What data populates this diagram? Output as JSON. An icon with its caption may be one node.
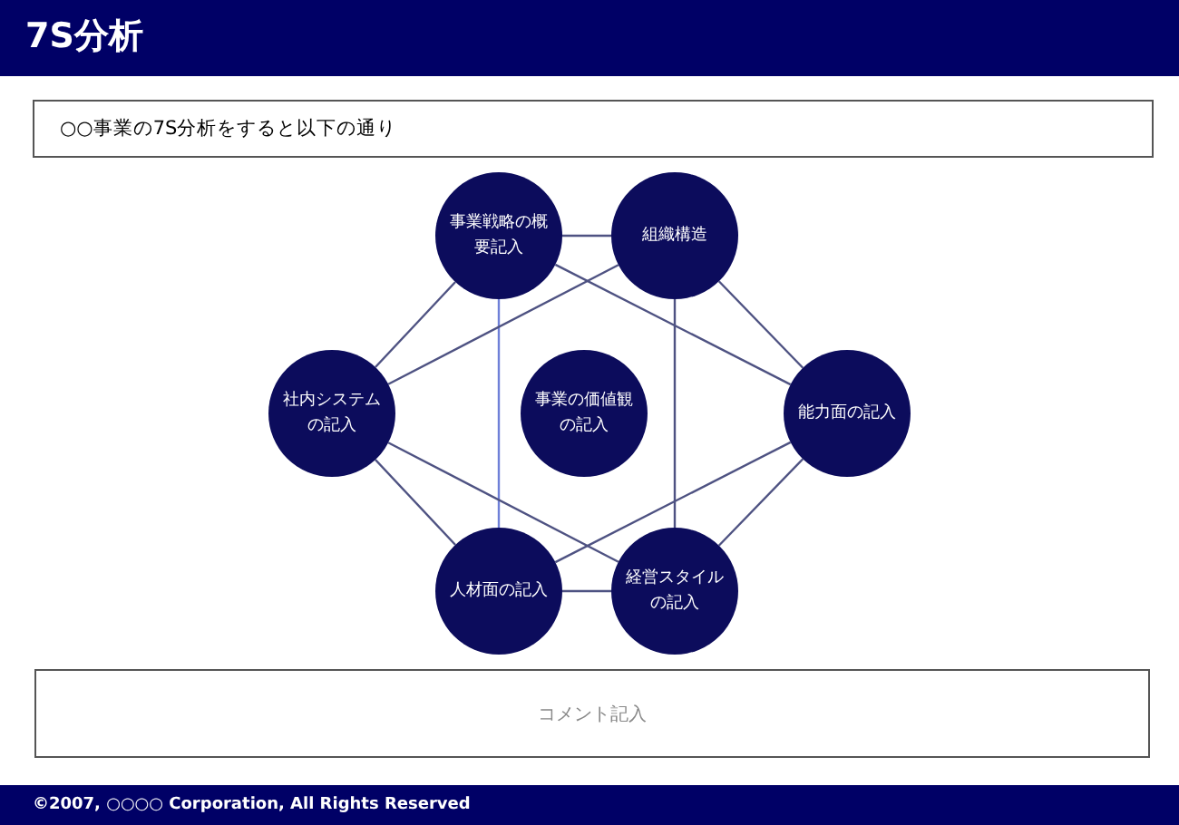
{
  "diagram": {
    "title": "7S分析",
    "nodes": [
      {
        "text": [
          "○○事業の7S分析をすると以下の通り"
        ]
      },
      {
        "text": [
          "事業戦略の概要記入"
        ]
      },
      {
        "text": [
          "組織構造"
        ]
      },
      {
        "text": [
          "社内システムの記入"
        ]
      },
      {
        "text": [
          "事業の価値観の記入"
        ]
      },
      {
        "text": [
          "能力面の記入"
        ]
      },
      {
        "text": [
          "人材面の記入"
        ]
      },
      {
        "text": [
          "経営スタイルの記入"
        ]
      },
      {
        "text": [
          "コメント記入"
        ]
      }
    ],
    "edges": [
      {
        "from": 1,
        "to": 2,
        "arrow": "none"
      },
      {
        "from": 1,
        "to": 3,
        "arrow": "none"
      },
      {
        "from": 2,
        "to": 5,
        "arrow": "none"
      },
      {
        "from": 3,
        "to": 6,
        "arrow": "none"
      },
      {
        "from": 5,
        "to": 7,
        "arrow": "none"
      },
      {
        "from": 6,
        "to": 7,
        "arrow": "none"
      },
      {
        "from": 1,
        "to": 6,
        "arrow": "none",
        "color": "#6f80d8"
      },
      {
        "from": 2,
        "to": 7,
        "arrow": "none"
      },
      {
        "from": 1,
        "to": 5,
        "arrow": "none"
      },
      {
        "from": 2,
        "to": 3,
        "arrow": "none"
      },
      {
        "from": 3,
        "to": 7,
        "arrow": "none"
      },
      {
        "from": 5,
        "to": 6,
        "arrow": "none"
      }
    ],
    "labels": [
      "©2007, ○○○○ Corporation, All Rights Reserved"
    ]
  }
}
